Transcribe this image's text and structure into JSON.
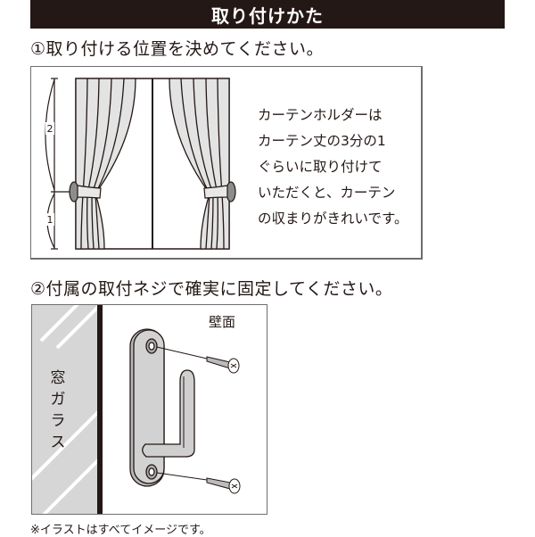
{
  "header": {
    "title": "取り付けかた"
  },
  "step1": {
    "title": "①取り付ける位置を決めてください。",
    "ratio_labels": {
      "upper": "2",
      "lower": "1"
    },
    "description": "カーテンホルダーは\nカーテン丈の3分の1\nぐらいに取り付けて\nいただくと、カーテン\nの収まりがきれいです。"
  },
  "step2": {
    "title": "②付属の取付ネジで確実に固定してください。",
    "glass_label": "窓ガラス",
    "wall_label": "壁面"
  },
  "footnote": "※イラストはすべてイメージです。",
  "colors": {
    "header_bg": "#231815",
    "text": "#231815",
    "curtain_fill": "#e3e3e3",
    "glass_fill": "#d6d6d6",
    "hook_fill": "#cfcfcf",
    "frame_border": "#6e6e6e"
  }
}
